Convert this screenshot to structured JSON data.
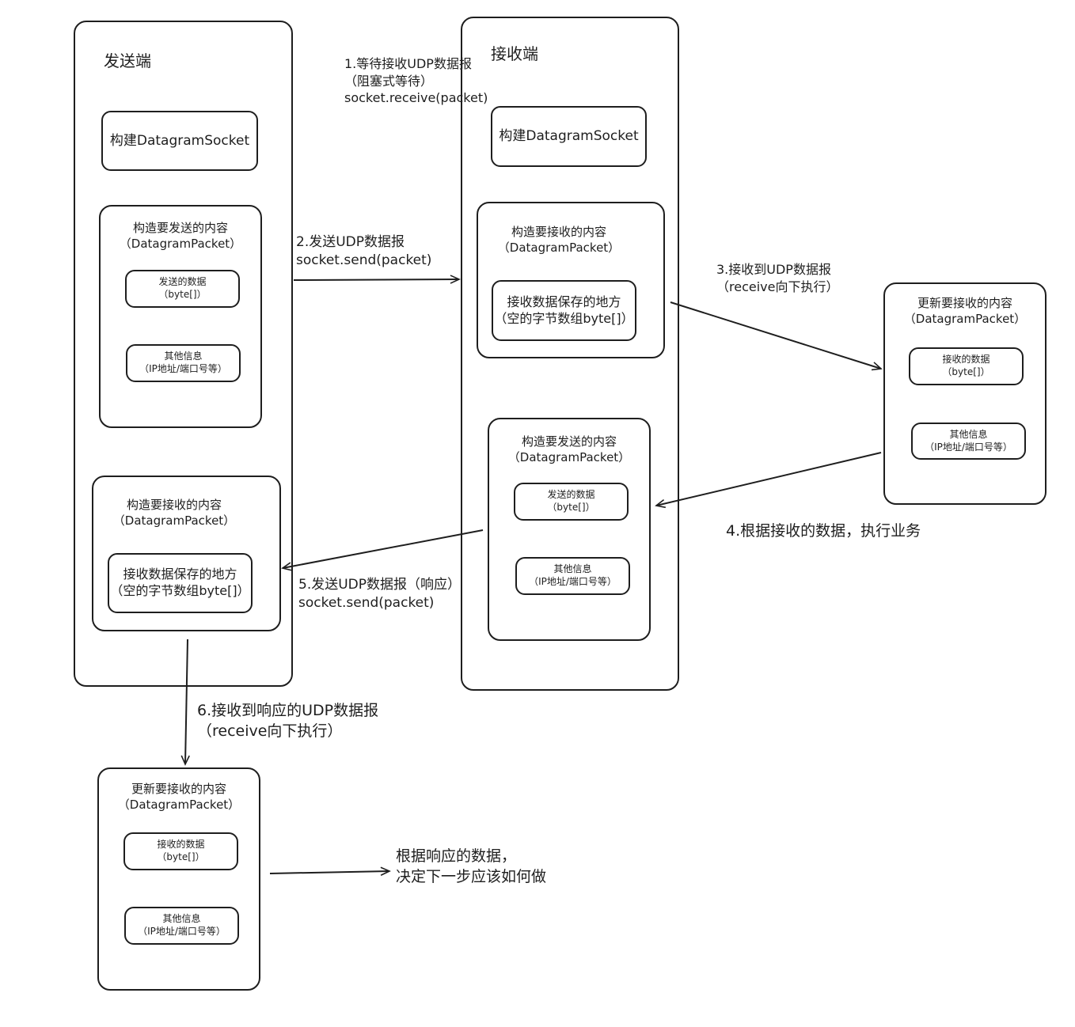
{
  "sender": {
    "title": "发送端",
    "build_socket": "构建DatagramSocket",
    "send_packet": {
      "title": "构造要发送的内容",
      "subtitle": "（DatagramPacket）",
      "data_box": {
        "line1": "发送的数据",
        "line2": "（byte[]）"
      },
      "info_box": {
        "line1": "其他信息",
        "line2": "（IP地址/端口号等）"
      }
    },
    "recv_packet": {
      "title": "构造要接收的内容",
      "subtitle": "（DatagramPacket）",
      "buffer_box": {
        "line1": "接收数据保存的地方",
        "line2": "（空的字节数组byte[]）"
      }
    }
  },
  "receiver": {
    "title": "接收端",
    "build_socket": "构建DatagramSocket",
    "recv_packet": {
      "title": "构造要接收的内容",
      "subtitle": "（DatagramPacket）",
      "buffer_box": {
        "line1": "接收数据保存的地方",
        "line2": "（空的字节数组byte[]）"
      }
    },
    "send_packet": {
      "title": "构造要发送的内容",
      "subtitle": "（DatagramPacket）",
      "data_box": {
        "line1": "发送的数据",
        "line2": "（byte[]）"
      },
      "info_box": {
        "line1": "其他信息",
        "line2": "（IP地址/端口号等）"
      }
    }
  },
  "receiver_updated": {
    "title": "更新要接收的内容",
    "subtitle": "（DatagramPacket）",
    "data_box": {
      "line1": "接收的数据",
      "line2": "（byte[]）"
    },
    "info_box": {
      "line1": "其他信息",
      "line2": "（IP地址/端口号等）"
    }
  },
  "sender_updated": {
    "title": "更新要接收的内容",
    "subtitle": "（DatagramPacket）",
    "data_box": {
      "line1": "接收的数据",
      "line2": "（byte[]）"
    },
    "info_box": {
      "line1": "其他信息",
      "line2": "（IP地址/端口号等）"
    }
  },
  "steps": {
    "s1": {
      "line1": "1.等待接收UDP数据报",
      "line2": "（阻塞式等待）",
      "line3": "socket.receive(packet)"
    },
    "s2": {
      "line1": "2.发送UDP数据报",
      "line2": "socket.send(packet)"
    },
    "s3": {
      "line1": "3.接收到UDP数据报",
      "line2": "（receive向下执行）"
    },
    "s4": {
      "line1": "4.根据接收的数据，执行业务"
    },
    "s5": {
      "line1": "5.发送UDP数据报（响应）",
      "line2": "socket.send(packet)"
    },
    "s6": {
      "line1": "6.接收到响应的UDP数据报",
      "line2": "（receive向下执行）"
    },
    "final": {
      "line1": "根据响应的数据，",
      "line2": "决定下一步应该如何做"
    }
  }
}
